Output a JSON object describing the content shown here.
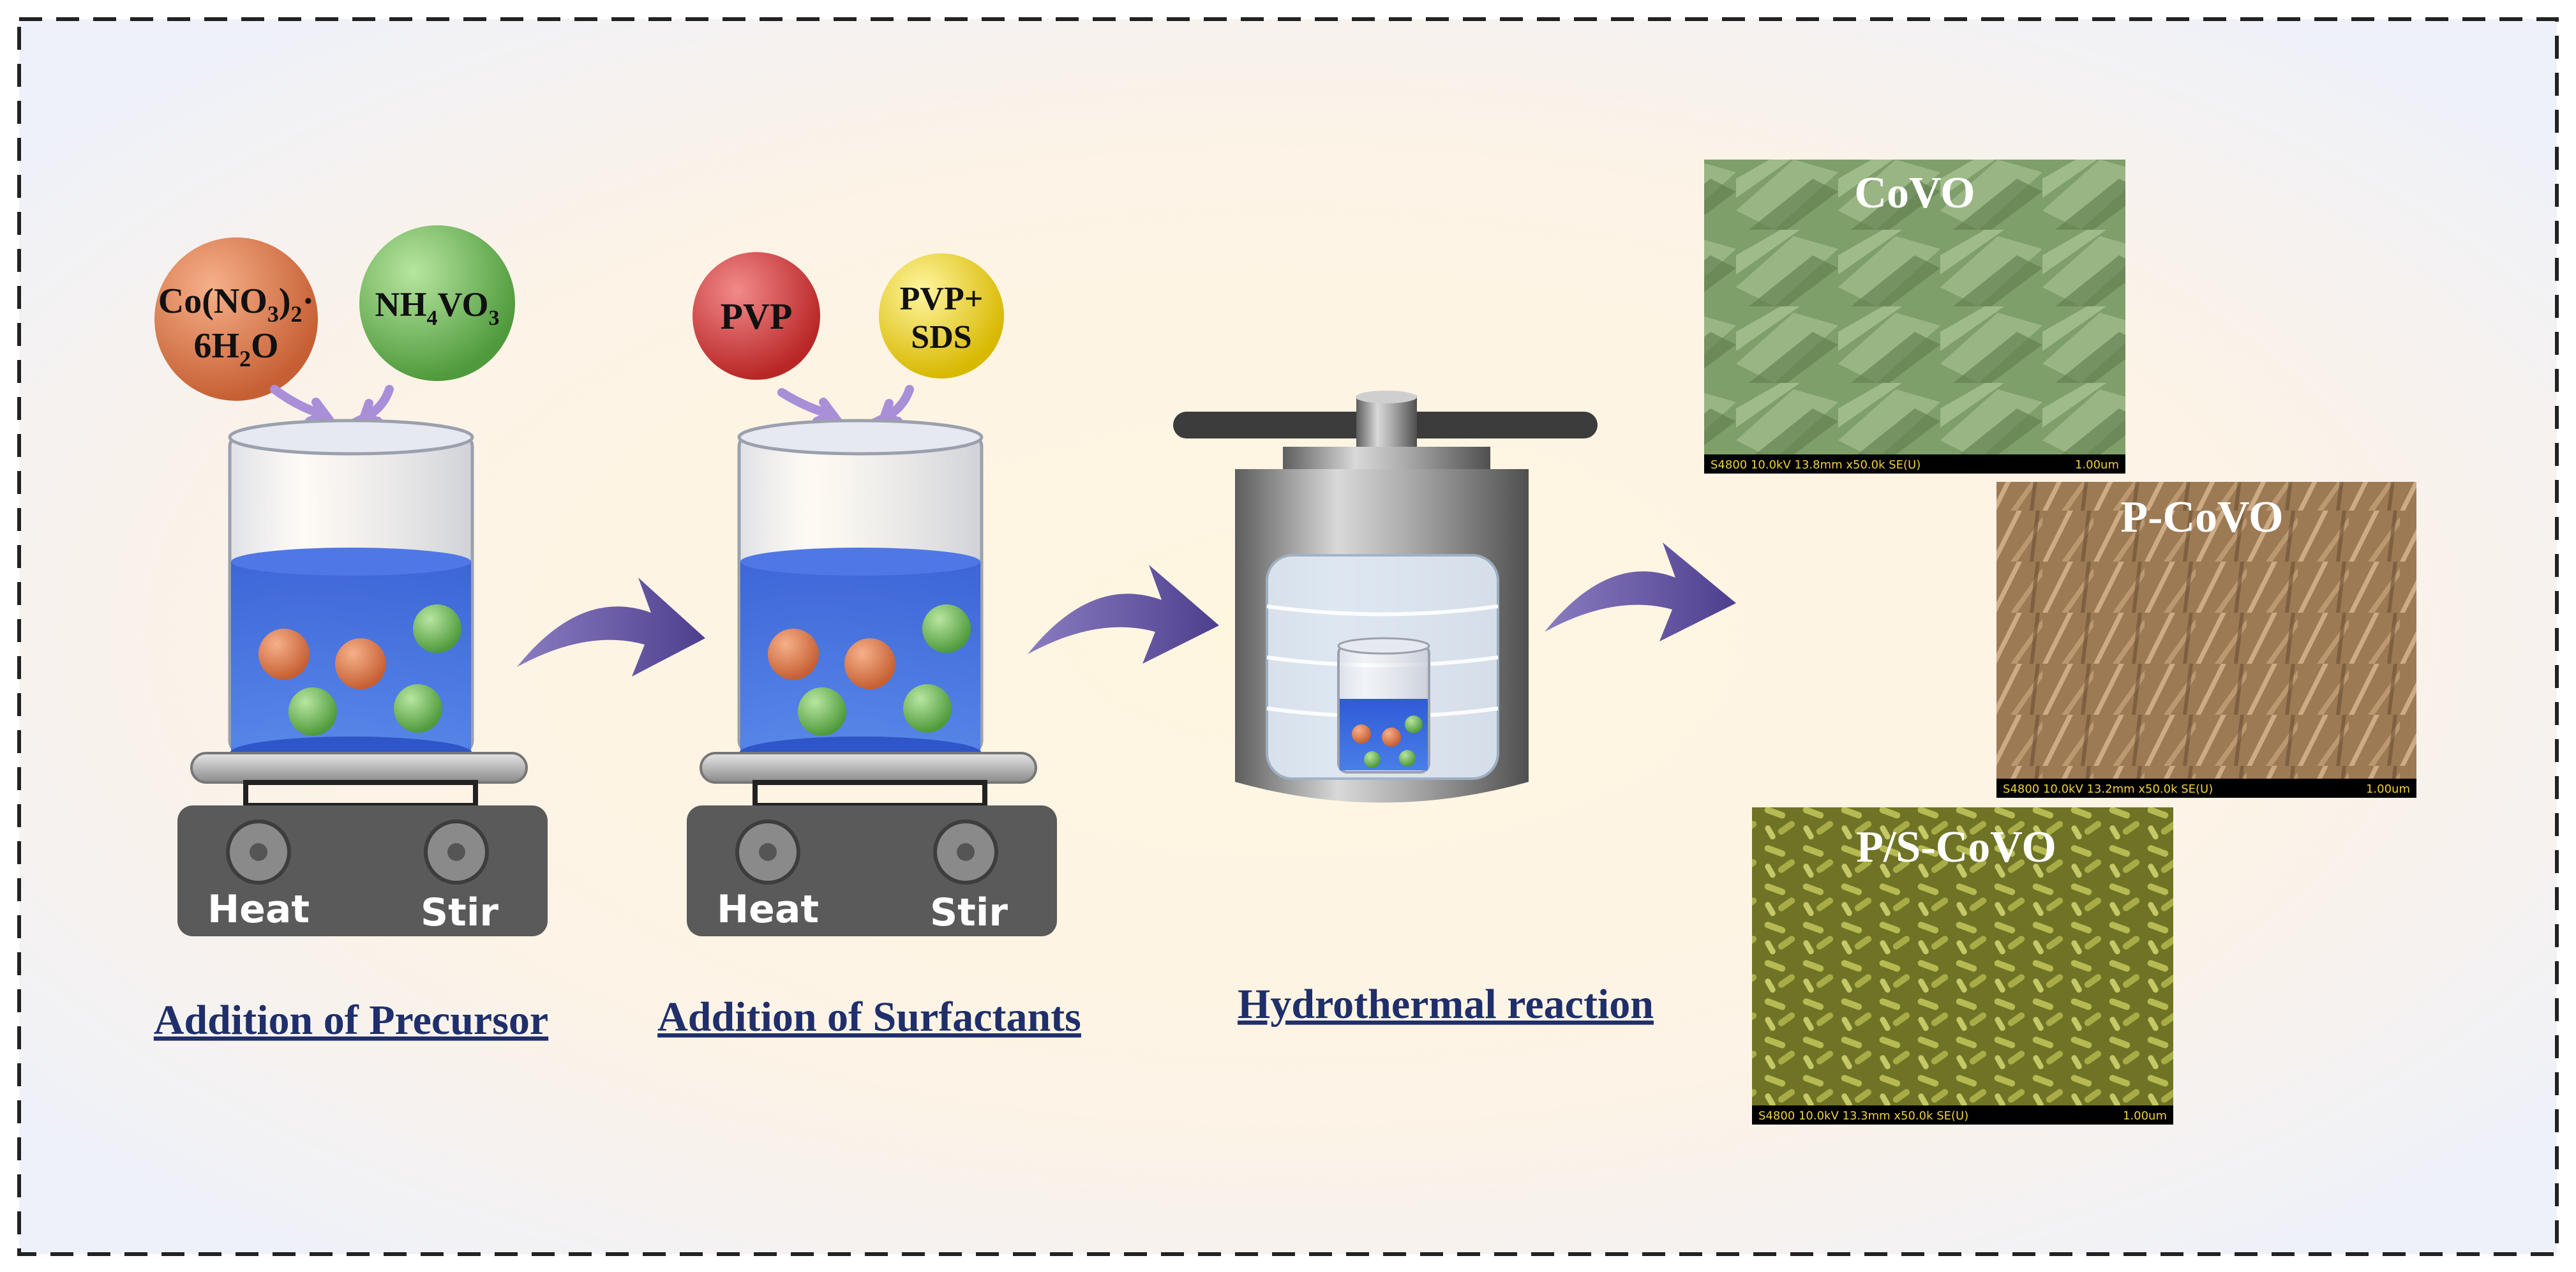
{
  "steps": [
    {
      "caption": "Addition of Precursor",
      "reagent_a": {
        "line1": "Co(NO",
        "sub1": "3",
        "line1b": ")",
        "sub2": "2",
        "line1c": "·",
        "line2": "6H",
        "sub3": "2",
        "line2b": "O",
        "color": "#d9784a"
      },
      "reagent_b": {
        "t1": "NH",
        "s1": "4",
        "t2": "VO",
        "s2": "3",
        "color": "#6fbf57"
      },
      "heat_label": "Heat",
      "stir_label": "Stir"
    },
    {
      "caption": "Addition of Surfactants",
      "reagent_a": {
        "text": "PVP",
        "color": "#d23a3a"
      },
      "reagent_b": {
        "line1": "PVP+",
        "line2": "SDS",
        "color": "#f2dc1a"
      },
      "heat_label": "Heat",
      "stir_label": "Stir"
    },
    {
      "caption": "Hydrothermal reaction"
    }
  ],
  "sem_images": [
    {
      "title": "CoVO",
      "color": "#7f9f6a",
      "bar_left": "S4800 10.0kV 13.8mm x50.0k SE(U)",
      "bar_right": "1.00um"
    },
    {
      "title": "P-CoVO",
      "color": "#b08a60",
      "bar_left": "S4800 10.0kV 13.2mm x50.0k SE(U)",
      "bar_right": "1.00um"
    },
    {
      "title": "P/S-CoVO",
      "color": "#8c8f3a",
      "bar_left": "S4800 10.0kV 13.3mm x50.0k SE(U)",
      "bar_right": "1.00um"
    }
  ],
  "colors": {
    "liquid": "#3a63d8",
    "arrow": "#6a5aa8",
    "caption": "#1f2f6b",
    "hotplate": "#5a5a5a"
  }
}
